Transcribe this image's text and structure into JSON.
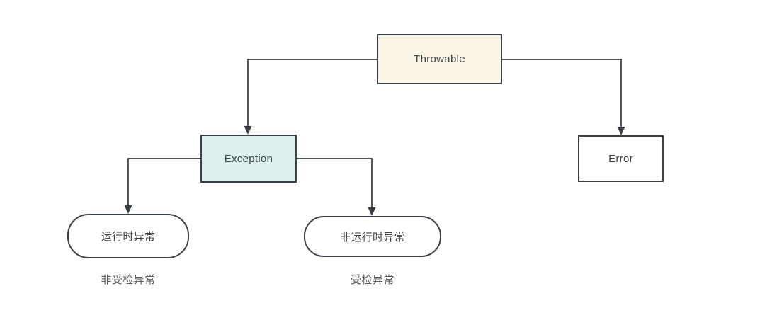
{
  "diagram": {
    "type": "flowchart",
    "nodes": {
      "throwable": {
        "label": "Throwable"
      },
      "exception": {
        "label": "Exception"
      },
      "error": {
        "label": "Error"
      },
      "runtime_exception": {
        "label": "运行时异常"
      },
      "non_runtime_exception": {
        "label": "非运行时异常"
      }
    },
    "annotations": {
      "unchecked": {
        "label": "非受检异常"
      },
      "checked": {
        "label": "受检异常"
      }
    },
    "edges": [
      {
        "from": "Throwable",
        "to": "Exception"
      },
      {
        "from": "Throwable",
        "to": "Error"
      },
      {
        "from": "Exception",
        "to": "运行时异常"
      },
      {
        "from": "Exception",
        "to": "非运行时异常"
      }
    ],
    "colors": {
      "background": "#ffffff",
      "border": "#3b4148",
      "connector": "#51565b",
      "arrow": "#383e44",
      "node_text": "#3d4247",
      "annotation_text": "#595959",
      "throwable_fill": "#faf5e4",
      "exception_fill": "#dcf0f0",
      "error_fill": "#ffffff",
      "runtime_fill": "#ffffff",
      "non_runtime_fill": "#ffffff"
    }
  }
}
